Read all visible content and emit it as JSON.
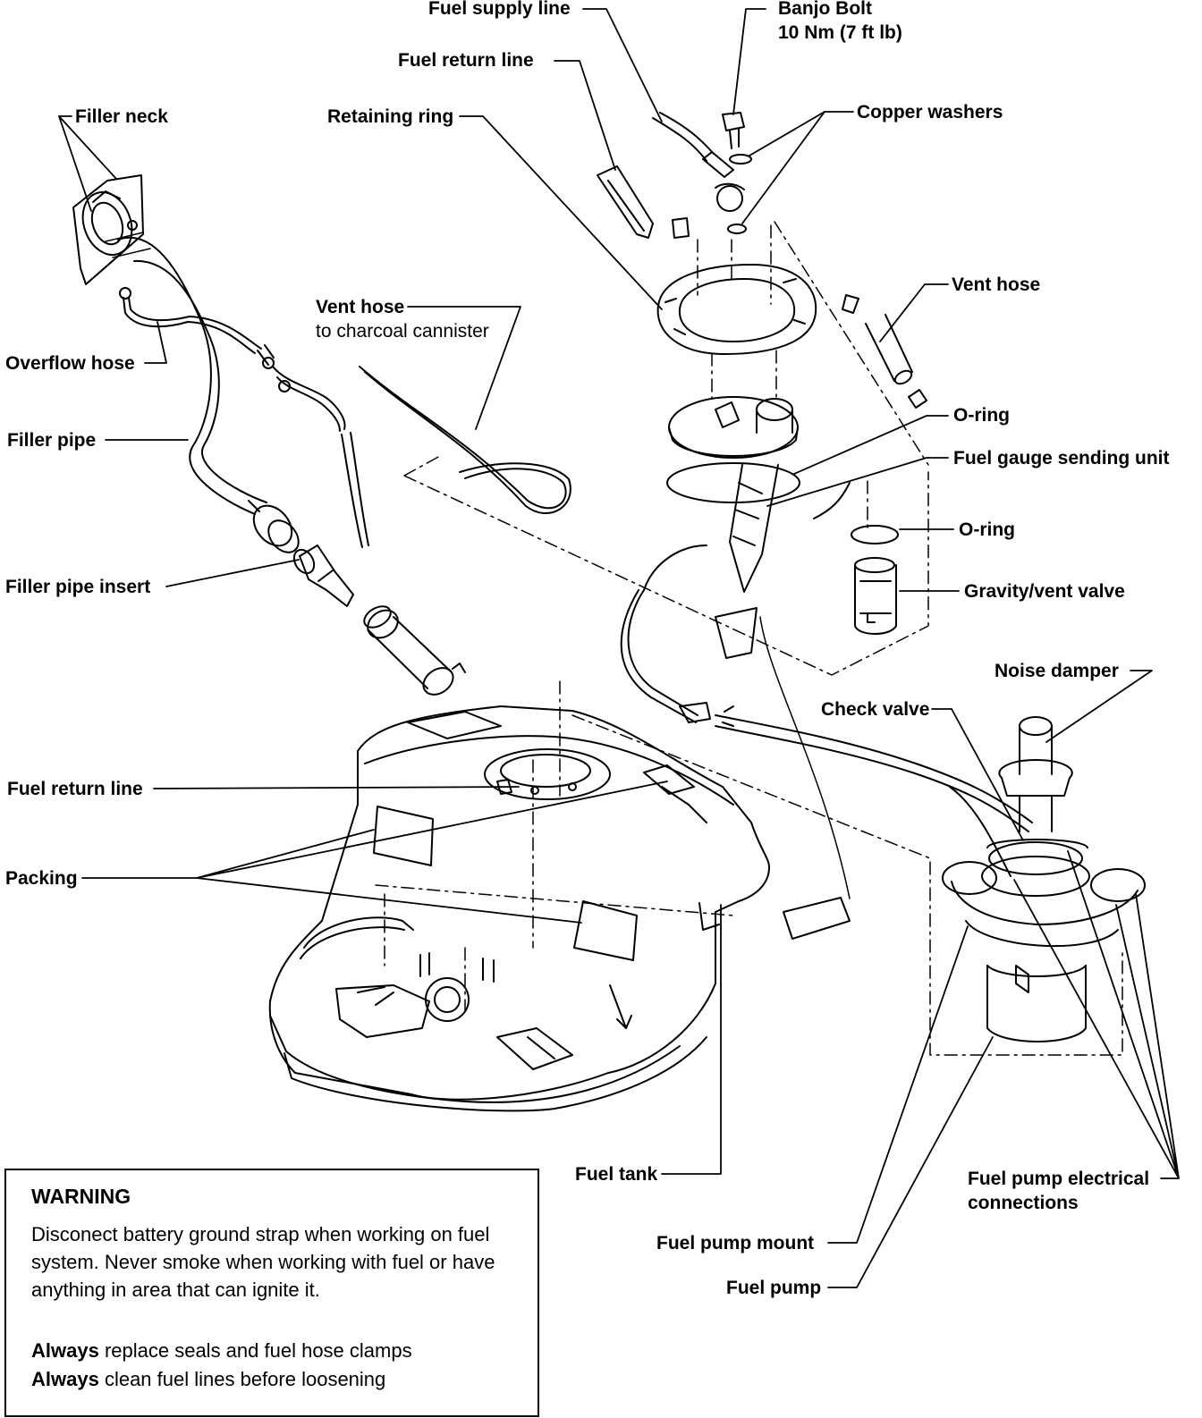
{
  "labels": {
    "fuel_supply_line": "Fuel supply line",
    "banjo_bolt": "Banjo Bolt",
    "banjo_torque": "10 Nm (7 ft lb)",
    "fuel_return_line_top": "Fuel return line",
    "filler_neck": "Filler neck",
    "retaining_ring": "Retaining ring",
    "copper_washers": "Copper washers",
    "vent_hose_right": "Vent hose",
    "vent_hose_left": "Vent hose",
    "vent_hose_left_sub": "to charcoal cannister",
    "overflow_hose": "Overflow hose",
    "o_ring_top": "O-ring",
    "filler_pipe": "Filler pipe",
    "fuel_gauge_sending_unit": "Fuel gauge sending unit",
    "o_ring_bottom": "O-ring",
    "filler_pipe_insert": "Filler pipe insert",
    "gravity_vent_valve": "Gravity/vent valve",
    "noise_damper": "Noise damper",
    "check_valve": "Check valve",
    "fuel_return_line_left": "Fuel return line",
    "packing": "Packing",
    "fuel_tank": "Fuel tank",
    "fuel_pump_electrical_1": "Fuel pump electrical",
    "fuel_pump_electrical_2": "connections",
    "fuel_pump_mount": "Fuel pump mount",
    "fuel_pump": "Fuel pump"
  },
  "warning": {
    "title": "WARNING",
    "body": "Disconect battery ground strap when working on fuel system. Never smoke when working with fuel or have anything in area that can ignite it.",
    "line1_bold": "Always",
    "line1_rest": " replace seals and fuel hose clamps",
    "line2_bold": "Always",
    "line2_rest": " clean fuel lines before loosening"
  }
}
